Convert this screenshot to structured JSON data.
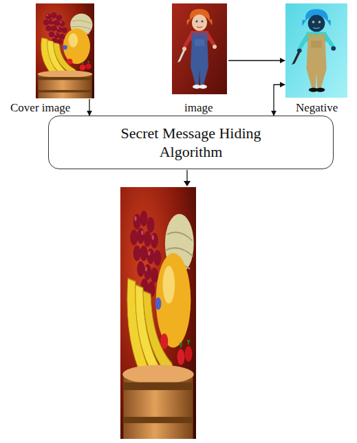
{
  "diagram": {
    "nodes": [
      {
        "text": [
          "Cover image"
        ]
      },
      {
        "text": [
          "image"
        ]
      },
      {
        "text": [
          "Negative"
        ]
      },
      {
        "text": [
          "Secret Message Hiding Algorithm"
        ]
      }
    ],
    "edges": [
      {
        "from": 0,
        "to": 3,
        "arrow": "to"
      },
      {
        "from": 1,
        "to": 2,
        "arrow": "to"
      },
      {
        "from": 2,
        "to": 3,
        "arrow": "both"
      }
    ]
  }
}
